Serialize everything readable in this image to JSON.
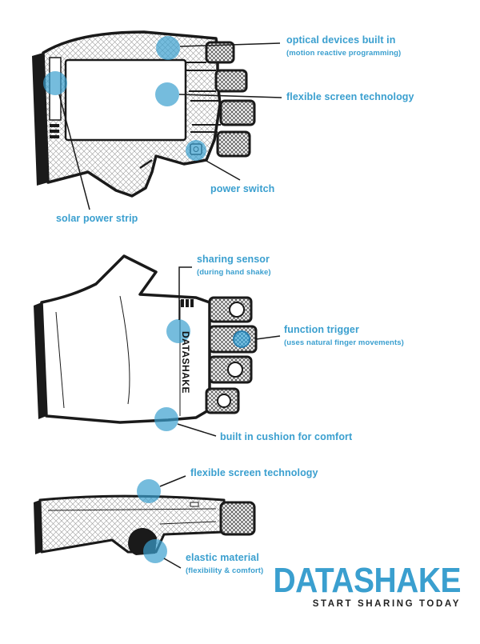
{
  "diagram": {
    "accent_color": "#3a9fcf",
    "outline_color": "#1a1a1a",
    "views": [
      {
        "name": "back-of-hand-view",
        "callouts": [
          {
            "id": "optical",
            "label": "optical devices built in",
            "sublabel": "(motion reactive programming)"
          },
          {
            "id": "flex-screen-1",
            "label": "flexible screen technology",
            "sublabel": ""
          },
          {
            "id": "power",
            "label": "power switch",
            "sublabel": ""
          },
          {
            "id": "solar",
            "label": "solar power strip",
            "sublabel": ""
          }
        ]
      },
      {
        "name": "palm-view",
        "glove_brand": "DATASHAKE",
        "callouts": [
          {
            "id": "sensor",
            "label": "sharing sensor",
            "sublabel": "(during hand shake)"
          },
          {
            "id": "trigger",
            "label": "function trigger",
            "sublabel": "(uses natural finger movements)"
          },
          {
            "id": "cushion",
            "label": "built in cushion for comfort",
            "sublabel": ""
          }
        ]
      },
      {
        "name": "side-view",
        "callouts": [
          {
            "id": "flex-screen-2",
            "label": "flexible screen technology",
            "sublabel": ""
          },
          {
            "id": "elastic",
            "label": "elastic material",
            "sublabel": "(flexibility & comfort)"
          }
        ]
      }
    ]
  },
  "brand": {
    "name": "DATASHAKE",
    "tagline": "START SHARING TODAY"
  }
}
